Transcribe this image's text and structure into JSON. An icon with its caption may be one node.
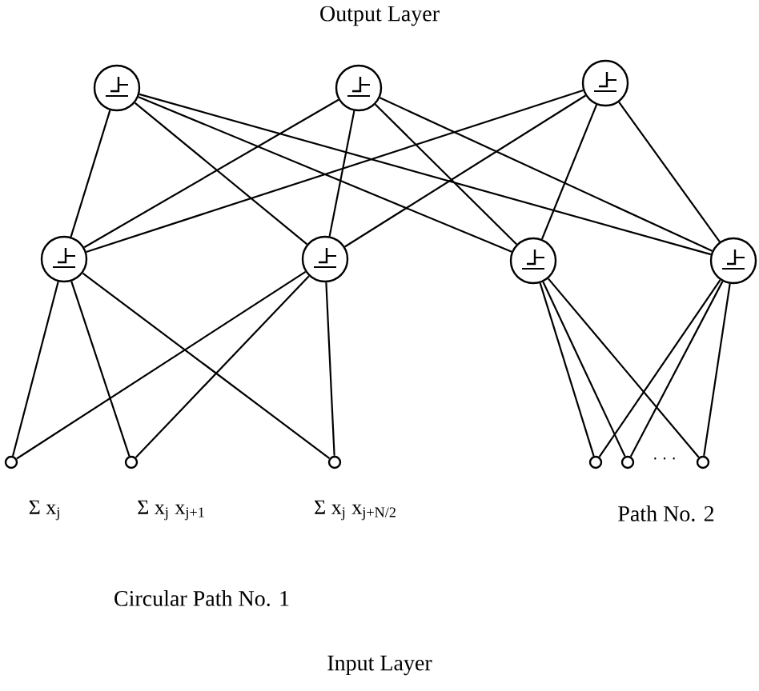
{
  "diagram": {
    "title": "Output Layer",
    "nodes": [
      {
        "text": [],
        "shape": "circle"
      },
      {
        "text": [],
        "shape": "circle"
      },
      {
        "text": [],
        "shape": "circle"
      },
      {
        "text": [],
        "shape": "circle"
      },
      {
        "text": [],
        "shape": "circle"
      },
      {
        "text": [],
        "shape": "circle"
      },
      {
        "text": [],
        "shape": "circle"
      },
      {
        "text": [],
        "shape": "circle"
      },
      {
        "text": [],
        "shape": "circle"
      },
      {
        "text": [],
        "shape": "circle"
      },
      {
        "text": [],
        "shape": "circle"
      },
      {
        "text": [],
        "shape": "circle"
      },
      {
        "text": [],
        "shape": "circle"
      }
    ],
    "edges": [
      {
        "from": 0,
        "to": 3,
        "arrow": "none"
      },
      {
        "from": 0,
        "to": 4,
        "arrow": "none"
      },
      {
        "from": 0,
        "to": 5,
        "arrow": "none"
      },
      {
        "from": 0,
        "to": 6,
        "arrow": "none"
      },
      {
        "from": 1,
        "to": 3,
        "arrow": "none"
      },
      {
        "from": 1,
        "to": 4,
        "arrow": "none"
      },
      {
        "from": 1,
        "to": 5,
        "arrow": "none"
      },
      {
        "from": 1,
        "to": 6,
        "arrow": "none"
      },
      {
        "from": 2,
        "to": 3,
        "arrow": "none"
      },
      {
        "from": 2,
        "to": 4,
        "arrow": "none"
      },
      {
        "from": 2,
        "to": 5,
        "arrow": "none"
      },
      {
        "from": 2,
        "to": 6,
        "arrow": "none"
      },
      {
        "from": 3,
        "to": 7,
        "arrow": "none"
      },
      {
        "from": 3,
        "to": 8,
        "arrow": "none"
      },
      {
        "from": 3,
        "to": 9,
        "arrow": "none"
      },
      {
        "from": 4,
        "to": 7,
        "arrow": "none"
      },
      {
        "from": 4,
        "to": 8,
        "arrow": "none"
      },
      {
        "from": 4,
        "to": 9,
        "arrow": "none"
      },
      {
        "from": 5,
        "to": 10,
        "arrow": "none"
      },
      {
        "from": 5,
        "to": 11,
        "arrow": "none"
      },
      {
        "from": 5,
        "to": 12,
        "arrow": "none"
      },
      {
        "from": 6,
        "to": 10,
        "arrow": "none"
      },
      {
        "from": 6,
        "to": 11,
        "arrow": "none"
      },
      {
        "from": 6,
        "to": 12,
        "arrow": "none"
      }
    ],
    "labels": [
      "· · ·",
      "Σ x$_{j}$",
      "Σ x$_{j}$ x$_{j+1}$",
      "Σ x$_{j}$ x$_{j+N/2}$",
      "Path No. 2",
      "Circular Path No. 1",
      "Input Layer"
    ]
  }
}
